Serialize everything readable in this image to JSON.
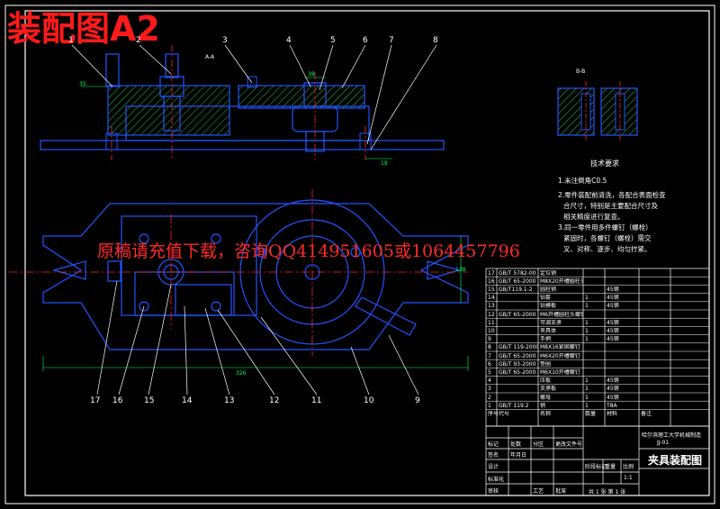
{
  "title": "装配图A2",
  "watermark": "原稿请充值下载，咨询QQ414951605或1064457796",
  "section_labels": {
    "a": "A-A",
    "b": "B-B"
  },
  "dims": {
    "d1": "35",
    "d2": "38",
    "d3": "326",
    "d4": "138",
    "d5": "18"
  },
  "technical_requirements": {
    "title": "技术要求",
    "lines": [
      "1.未注倒角C0.5",
      "2.零件装配前清洗，各配合表面检查",
      "合尺寸，特别是主要配合尺寸及",
      "相关精度进行复查。",
      "3.同一零件用多件螺钉（螺栓）",
      "紧固时，各螺钉（螺栓）需交",
      "叉、对称、逐步、均匀拧紧。"
    ]
  },
  "leaders_top": [
    "1",
    "2",
    "3",
    "4",
    "5",
    "6",
    "7",
    "8"
  ],
  "leaders_bottom": [
    "17",
    "16",
    "15",
    "14",
    "13",
    "12",
    "11",
    "10",
    "9"
  ],
  "parts_table": {
    "rows": [
      [
        "17",
        "GB/T 5782-00",
        "定位销",
        "",
        ""
      ],
      [
        "16",
        "GB/T 65-2000",
        "M8X20开槽圆柱头螺钉",
        "",
        ""
      ],
      [
        "15",
        "GB/T119.1-2",
        "圆柱销",
        "",
        "45钢"
      ],
      [
        "14",
        "",
        "钻套",
        "1",
        "45钢"
      ],
      [
        "13",
        "",
        "钻模板",
        "1",
        "45钢"
      ],
      [
        "12",
        "GB/T 65-2000",
        "M6开槽圆柱头螺钉",
        "",
        ""
      ],
      [
        "11",
        "",
        "可调支承",
        "1",
        "45钢"
      ],
      [
        "10",
        "",
        "夹具体",
        "1",
        "45钢"
      ],
      [
        "9",
        "",
        "手柄",
        "1",
        "45钢"
      ],
      [
        "8",
        "GB/T 119-2000",
        "M8X16紧固螺钉",
        "",
        ""
      ],
      [
        "7",
        "GB/T 65-2000",
        "M6X20开槽螺钉",
        "",
        ""
      ],
      [
        "6",
        "GB/T 93-2000",
        "垫圈",
        "",
        ""
      ],
      [
        "5",
        "GB/T 65-2000",
        "M6X10开槽螺钉",
        "",
        ""
      ],
      [
        "4",
        "",
        "压板",
        "1",
        "45钢"
      ],
      [
        "3",
        "",
        "支承板",
        "1",
        "45钢"
      ],
      [
        "2",
        "",
        "螺母",
        "1",
        "45钢"
      ],
      [
        "1",
        "GB/T 119.2",
        "销",
        "1",
        "T8A"
      ]
    ],
    "header": [
      "序号",
      "代号",
      "名称",
      "数量",
      "材料",
      "备注"
    ]
  },
  "title_block": {
    "name": "夹具装配图",
    "school": "哈尔滨理工大学机械制造",
    "drawing_no": "JJ-01",
    "scale": "1:1",
    "sheet": "共 1 张 第 1 张",
    "labels": [
      "标记",
      "处数",
      "分区",
      "更改文件号",
      "签名",
      "年月日",
      "设计",
      "标准化",
      "审核",
      "工艺",
      "批准",
      "阶段标记",
      "重量",
      "比例"
    ]
  },
  "colors": {
    "background": "#000000",
    "outline": "#ffffff",
    "part": "#2255ff",
    "hatch": "#22c84a",
    "center": "#ff2222",
    "dim": "#00ff66",
    "title": "#ff1a1a"
  }
}
